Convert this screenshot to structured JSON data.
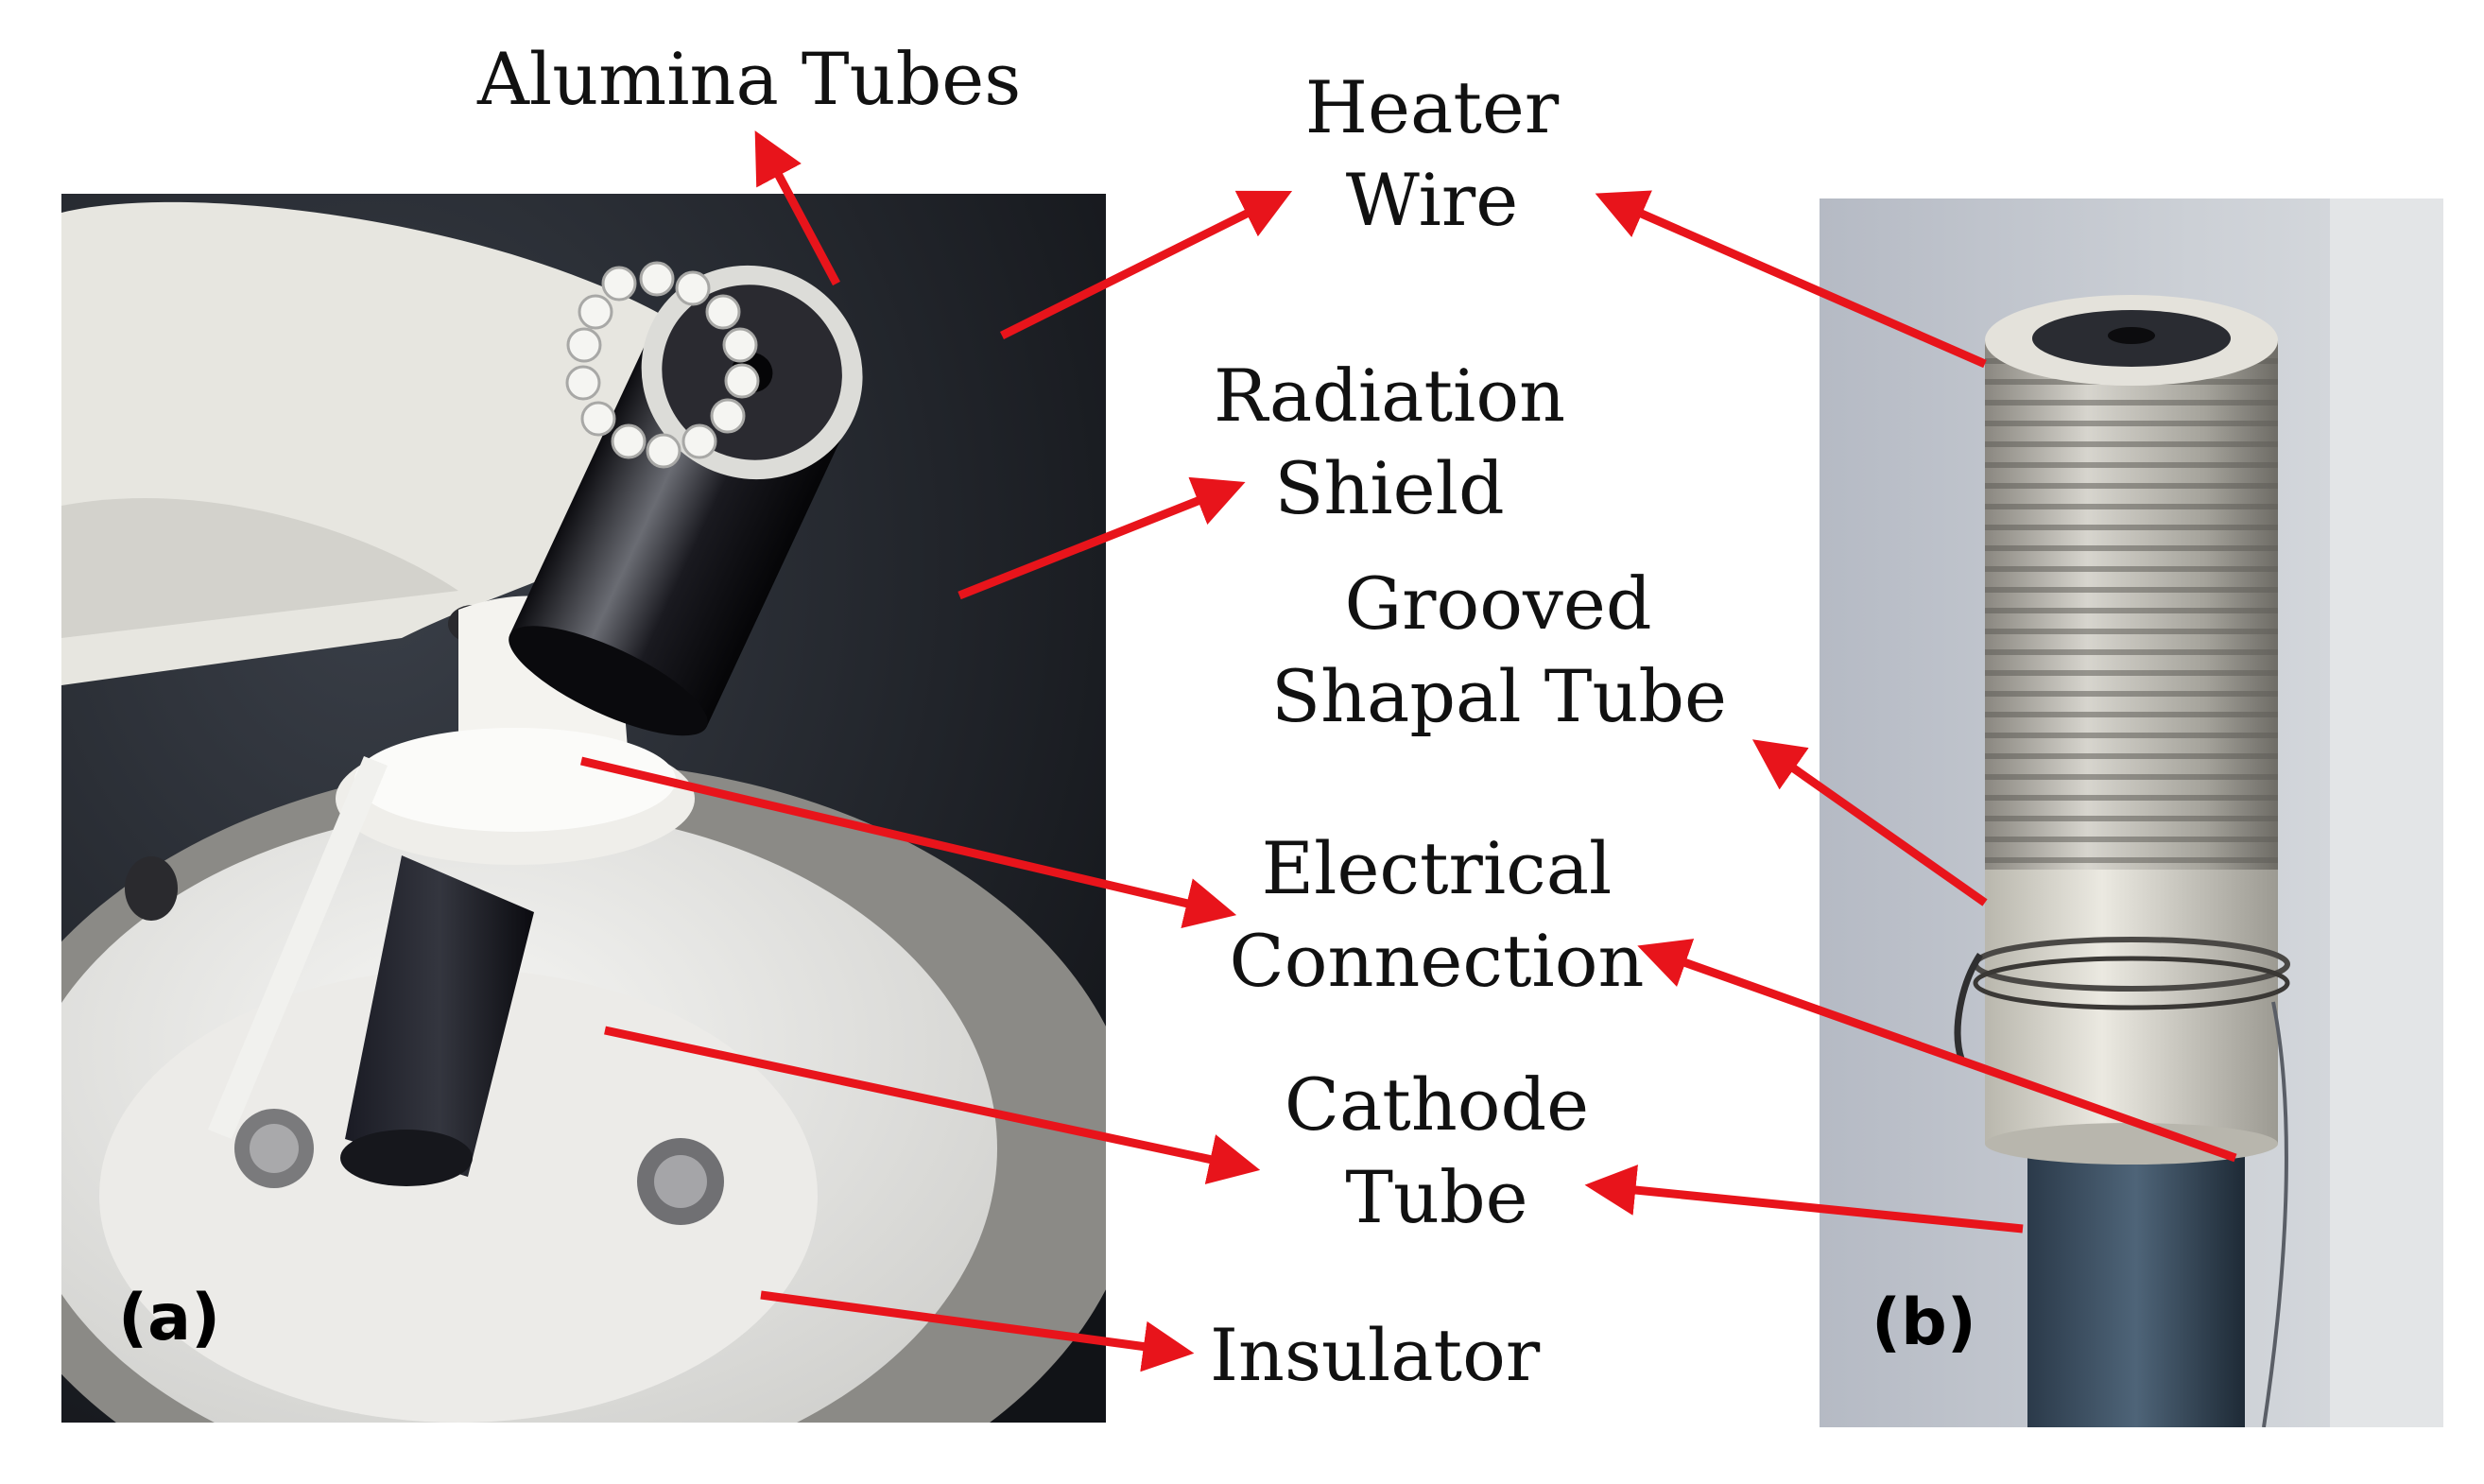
{
  "labels": {
    "alumina_tubes": "Alumina Tubes",
    "heater_wire": [
      "Heater",
      "Wire"
    ],
    "radiation_shield": [
      "Radiation",
      "Shield"
    ],
    "grooved_shapal_tube": [
      "Grooved",
      "Shapal Tube"
    ],
    "electrical_connection": [
      "Electrical",
      "Connection"
    ],
    "cathode_tube": [
      "Cathode",
      "Tube"
    ],
    "insulator": "Insulator"
  },
  "panels": {
    "a": "(a)",
    "b": "(b)"
  },
  "colors": {
    "arrow": "#e8141b",
    "label_text": "#111111",
    "background": "#ffffff"
  }
}
